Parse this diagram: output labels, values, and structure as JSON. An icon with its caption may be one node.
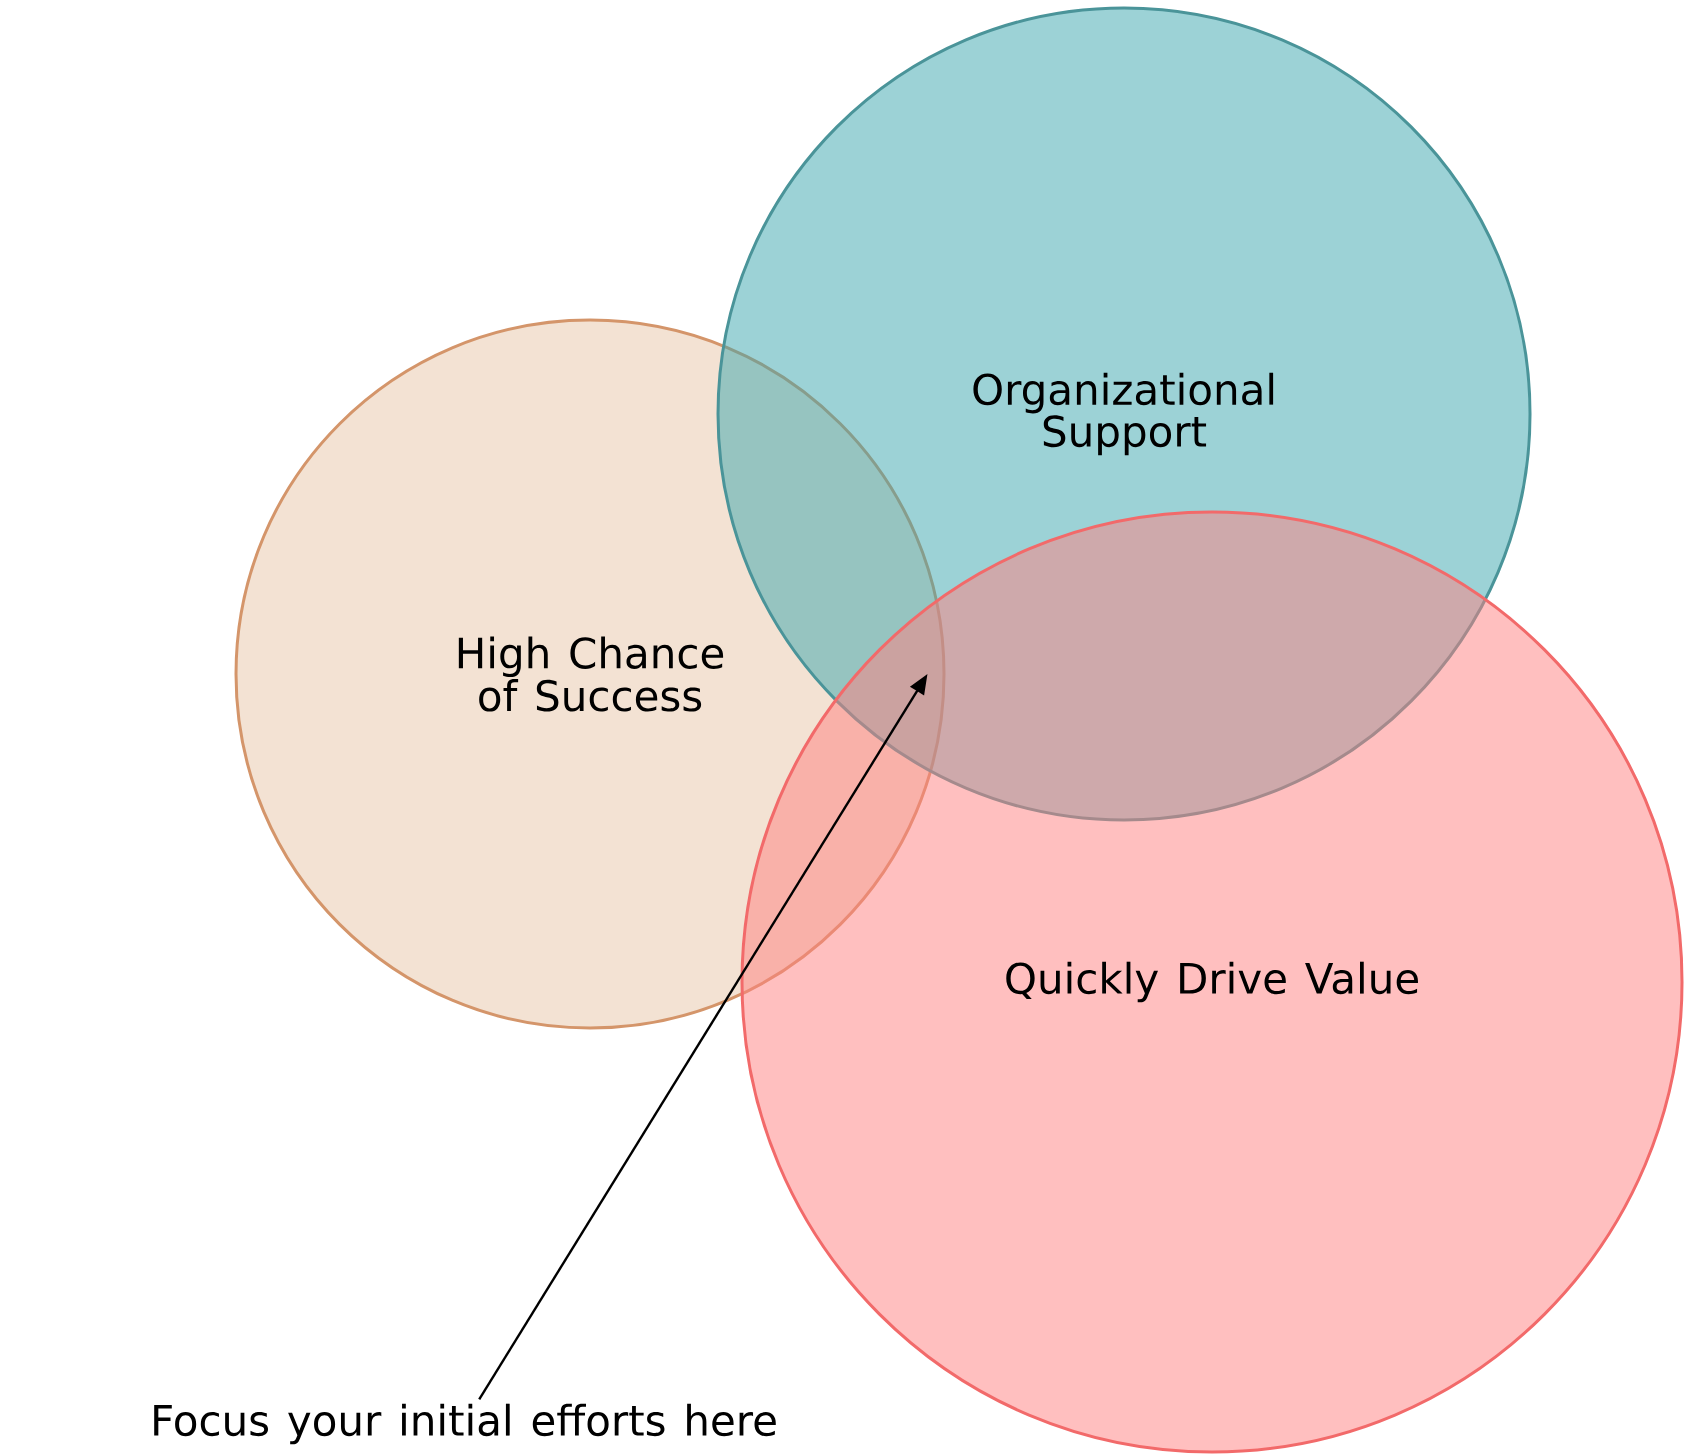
{
  "diagram": {
    "nodes": [
      {
        "text": [
          "High Chance of Success"
        ]
      },
      {
        "text": [
          "Organizational Support"
        ]
      },
      {
        "text": [
          "Quickly Drive Value"
        ]
      },
      {
        "text": [
          "Focus your initial efforts here"
        ]
      }
    ],
    "edges": [
      {
        "from": 3,
        "to": 0,
        "arrow": "to"
      }
    ]
  }
}
